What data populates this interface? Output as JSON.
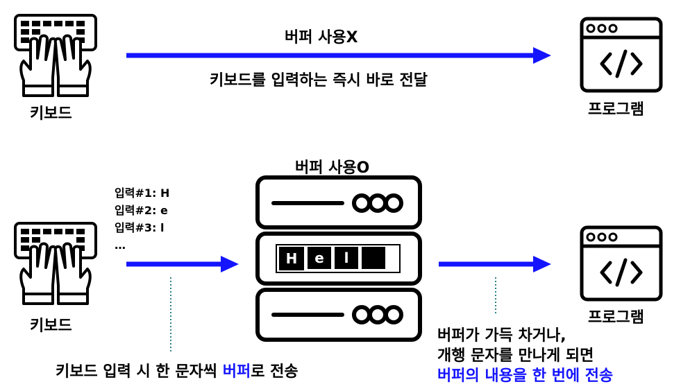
{
  "top": {
    "source_label": "키보드",
    "buffer_title": "버퍼 사용X",
    "arrow_caption": "키보드를 입력하는 즉시 바로 전달",
    "target_label": "프로그램"
  },
  "bottom": {
    "source_label": "키보드",
    "buffer_title": "버퍼 사용O",
    "inputs": [
      "입력#1: H",
      "입력#2: e",
      "입력#3: l",
      "…"
    ],
    "buffer_cells": [
      "H",
      "e",
      "l",
      ""
    ],
    "caption_left_before": "키보드 입력 시 한 문자씩 ",
    "caption_left_highlight": "버퍼",
    "caption_left_after": "로 전송",
    "caption_right_line1": "버퍼가 가득 차거나,",
    "caption_right_line2": "개행 문자를 만나게 되면",
    "caption_right_line3": "버퍼의 내용을 한 번에 전송",
    "target_label": "프로그램"
  },
  "colors": {
    "arrow": "#1414ff",
    "highlight": "#1414ff",
    "dotted": "#2a7f7f"
  },
  "icons": [
    "keyboard-icon",
    "hands-icon",
    "program-window-icon",
    "code-icon",
    "server-buffer-icon"
  ]
}
